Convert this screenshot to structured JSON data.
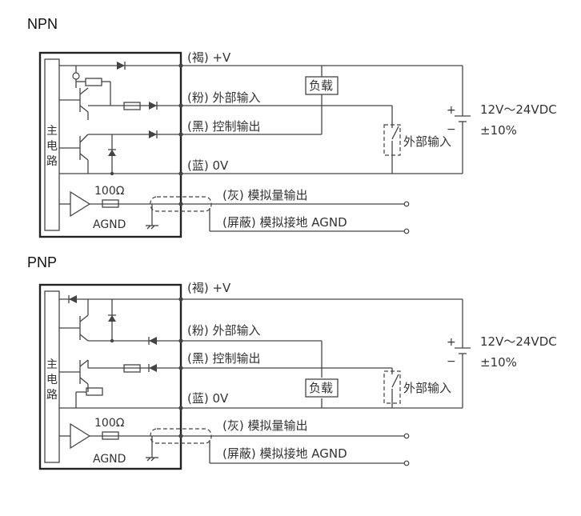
{
  "sections": [
    {
      "title": "NPN",
      "main_circuit": "主电路",
      "wires": [
        "(褐) +V",
        "(粉) 外部输入",
        "(黑) 控制输出",
        "(蓝) 0V",
        "(灰) 模拟量输出",
        "(屏蔽) 模拟接地 AGND"
      ],
      "resistor": "100Ω",
      "agnd": "AGND",
      "load": "负载",
      "external_input": "外部输入",
      "supply_voltage": "12V～24VDC",
      "supply_tolerance": "±10%",
      "plus": "+",
      "minus": "−"
    },
    {
      "title": "PNP",
      "main_circuit": "主电路",
      "wires": [
        "(褐) +V",
        "(粉) 外部输入",
        "(黑) 控制输出",
        "(蓝) 0V",
        "(灰) 模拟量输出",
        "(屏蔽) 模拟接地 AGND"
      ],
      "resistor": "100Ω",
      "agnd": "AGND",
      "load": "负载",
      "external_input": "外部输入",
      "supply_voltage": "12V～24VDC",
      "supply_tolerance": "±10%",
      "plus": "+",
      "minus": "−"
    }
  ]
}
